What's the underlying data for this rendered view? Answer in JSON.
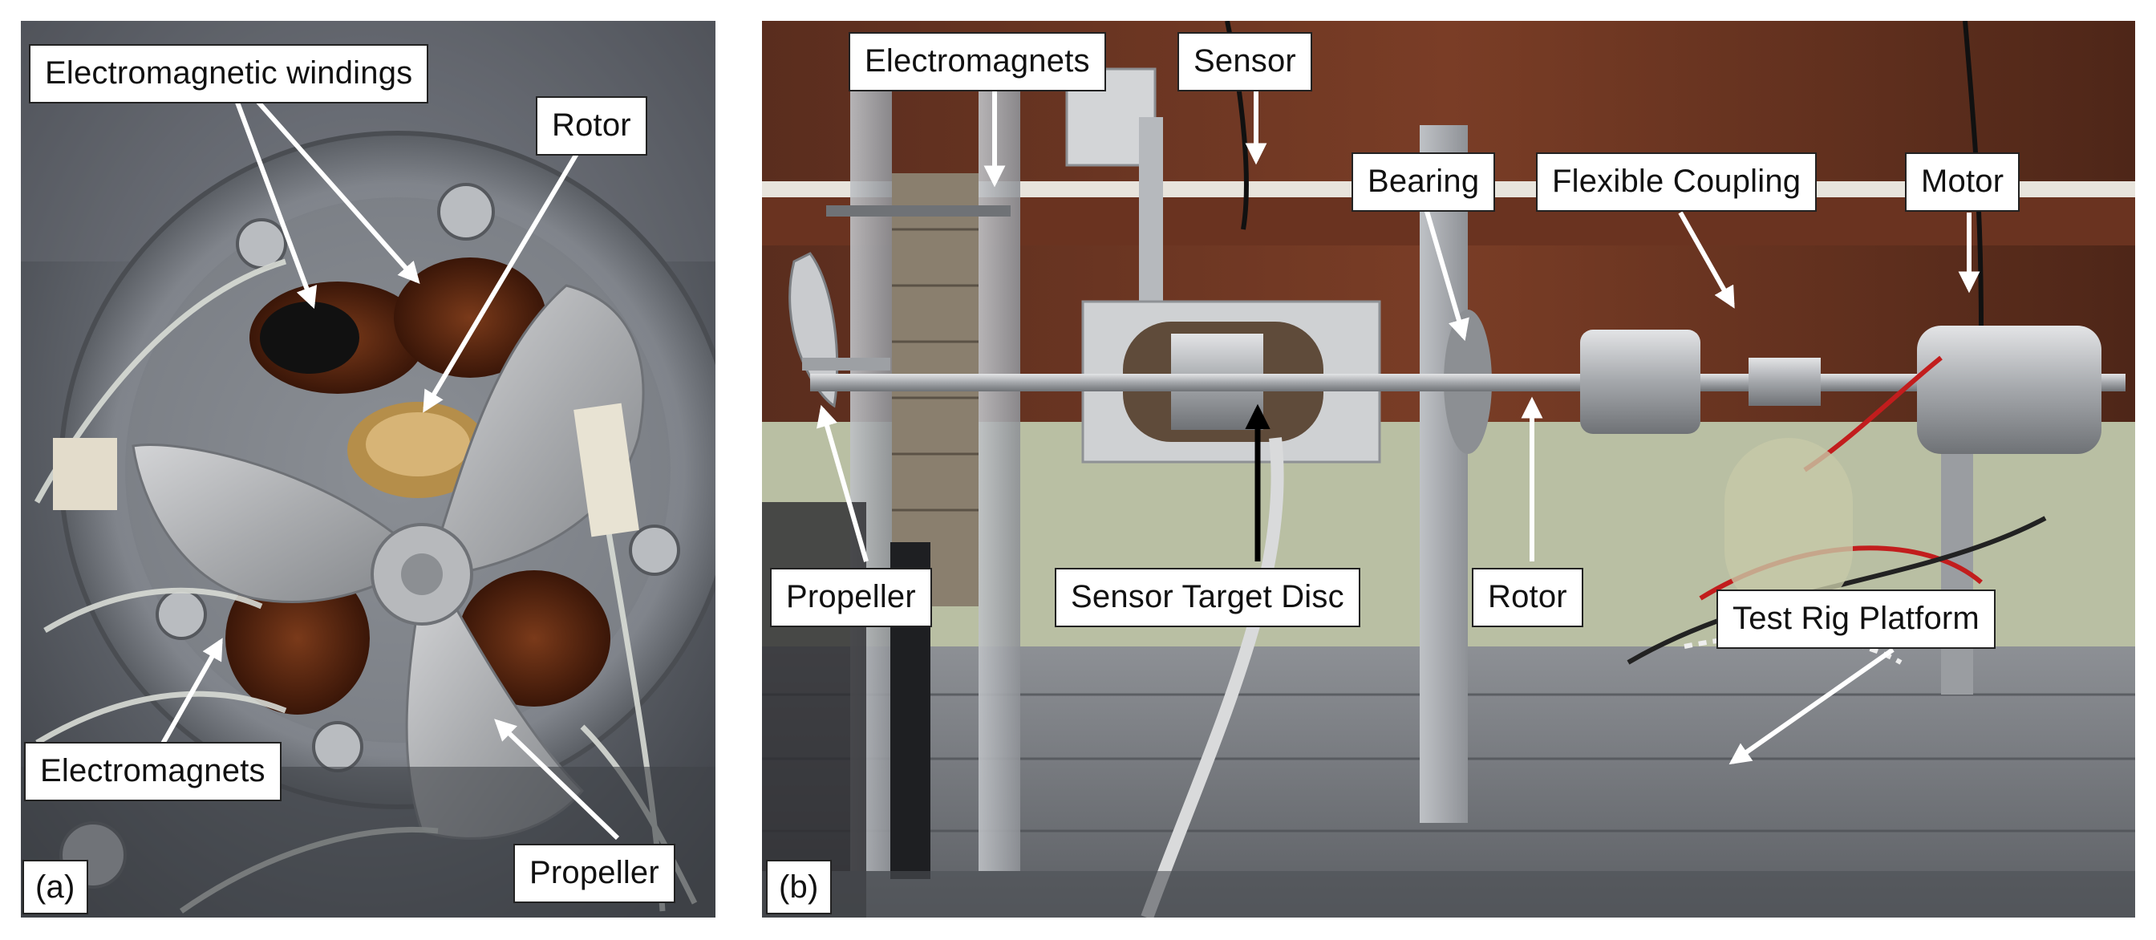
{
  "panel_a": {
    "tag": "(a)",
    "labels": {
      "windings": "Electromagnetic windings",
      "rotor": "Rotor",
      "electromagnets": "Electromagnets",
      "propeller": "Propeller"
    }
  },
  "panel_b": {
    "tag": "(b)",
    "labels": {
      "electromagnets": "Electromagnets",
      "sensor": "Sensor",
      "bearing": "Bearing",
      "flexible_coupling": "Flexible Coupling",
      "motor": "Motor",
      "propeller": "Propeller",
      "sensor_target_disc": "Sensor Target Disc",
      "rotor": "Rotor",
      "test_rig_platform": "Test Rig Platform"
    }
  },
  "colors": {
    "label_bg": "#ffffff",
    "label_border": "#222222",
    "arrow": "#ffffff",
    "sensor_arrow": "#000000"
  }
}
